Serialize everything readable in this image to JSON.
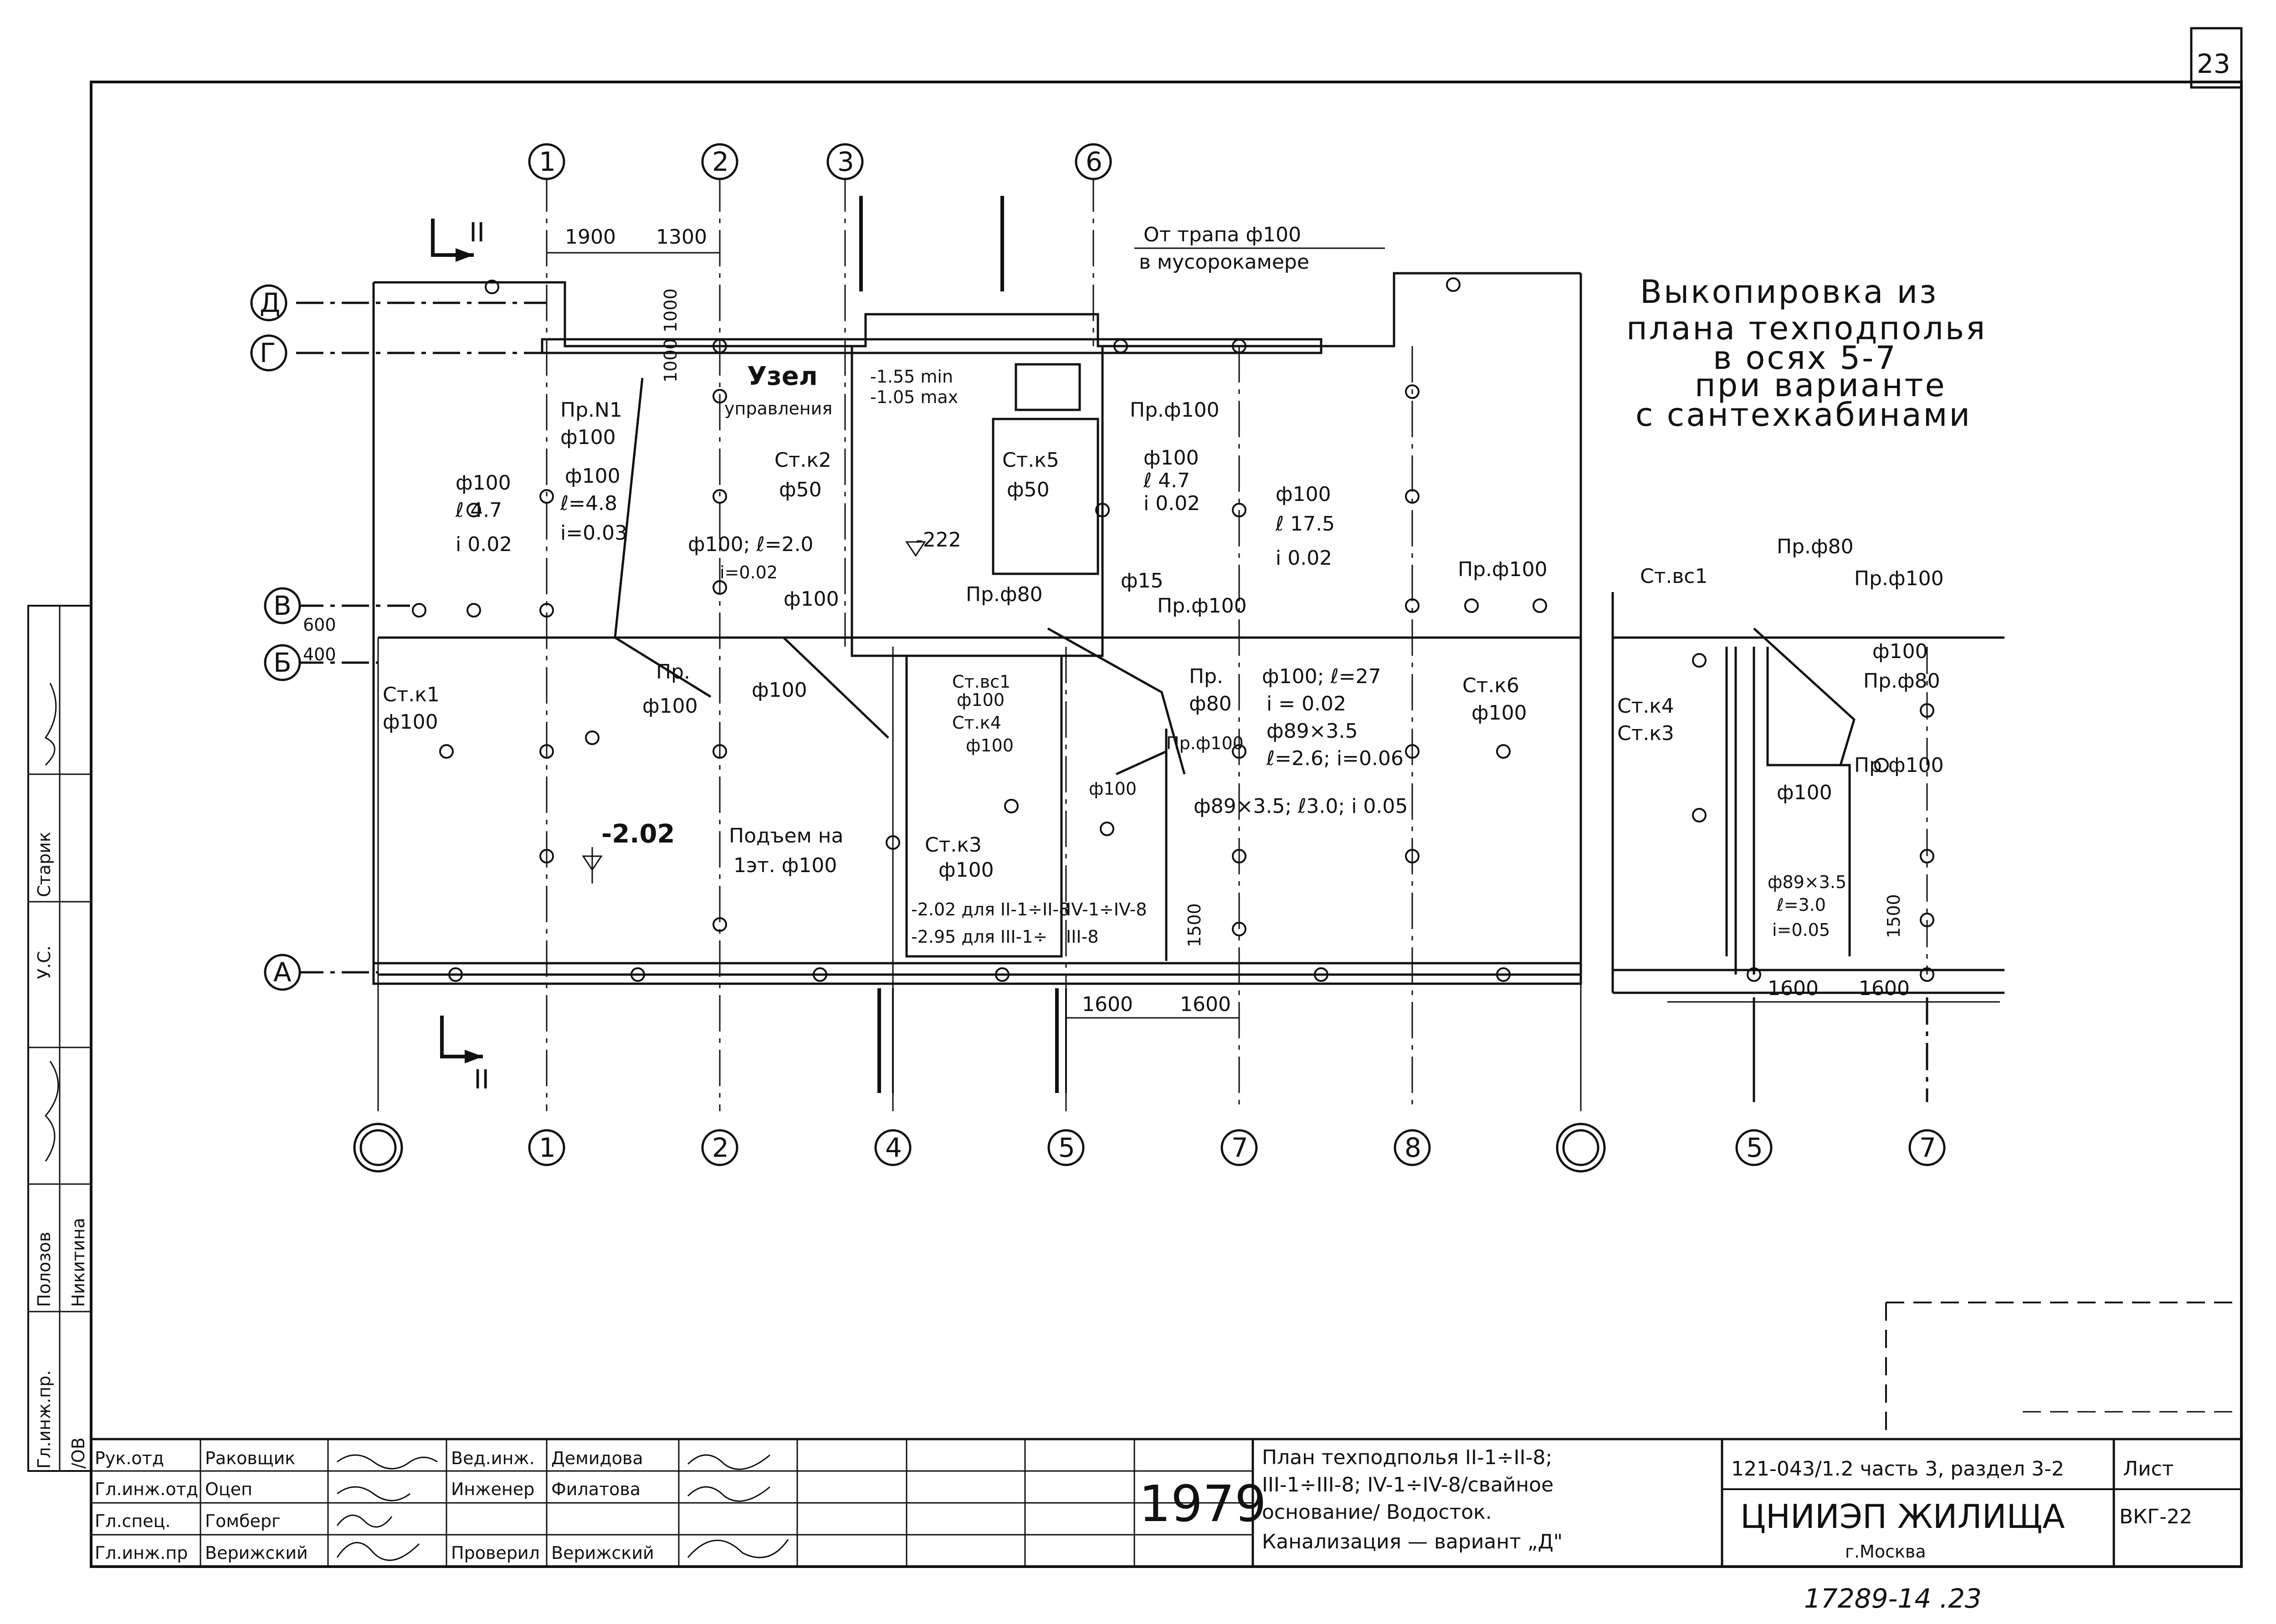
{
  "page_number": "23",
  "title_block": {
    "roles": [
      "Рук.отд",
      "Гл.инж.отд",
      "Гл.спец.",
      "Гл.инж.пр"
    ],
    "names": [
      "Раковщик",
      "Оцеп",
      "Гомберг",
      "Верижский"
    ],
    "roles2": [
      "Вед.инж.",
      "Инженер",
      "",
      "Проверил"
    ],
    "names2": [
      "Демидова",
      "Филатова",
      "",
      "Верижский"
    ],
    "year": "1979",
    "title_lines": [
      "План техподполья II-1÷II-8;",
      "III-1÷III-8; IV-1÷IV-8/свайное",
      "основание/ Водосток.",
      "Канализация — вариант „Д\""
    ],
    "project_code": "121-043/1.2 часть 3, раздел 3-2",
    "organization": "ЦНИИЭП ЖИЛИЩА",
    "city": "г.Москва",
    "sheet_label": "Лист",
    "sheet_number": "ВКГ-22",
    "archive_number": "17289-14 .23"
  },
  "side_stamp": [
    "Гл.инж.пр.",
    "Полозов",
    "Никитина",
    "У.С.",
    "Старик",
    "/ОВ"
  ],
  "note": [
    "Выкопировка из",
    "плана техподполья",
    "в осях 5-7",
    "при варианте",
    "с сантехкабинами"
  ],
  "axes": {
    "top": [
      "1",
      "2",
      "3",
      "6"
    ],
    "bottom": [
      "1",
      "2",
      "4",
      "5",
      "7",
      "8"
    ],
    "bottom_right": [
      "5",
      "7"
    ],
    "rows": [
      "Д",
      "Г",
      "В",
      "Б",
      "А"
    ]
  },
  "dims": [
    "1900",
    "1300",
    "1000",
    "1000",
    "600",
    "400",
    "1500",
    "1600",
    "1600",
    "1500",
    "1600",
    "1600"
  ],
  "section_marks": [
    "II",
    "II"
  ],
  "labels": {
    "trap": "От трапа ф100",
    "trap2": "в мусорокамере",
    "uzel1": "Узел",
    "uzel2": "управления",
    "pr_n1": "Пр.N1",
    "f100": "ф100",
    "f100_l47": "ф100",
    "l47": "ℓ 4.7",
    "i002": "i 0.02",
    "l48": "ℓ=4.8",
    "i003": "i=0.03",
    "stk2": "Ст.к2",
    "f50": "ф50",
    "stk5": "Ст.к5",
    "elev1": "-1.55 min",
    "elev2": "-1.05 max",
    "elev222": "-222",
    "pr_f100_a": "Пр.ф100",
    "f100b": "ф100",
    "l47b": "ℓ 4.7",
    "i002b": "i 0.02",
    "f100c": "ф100",
    "l175": "ℓ 17.5",
    "i002c": "i 0.02",
    "f100_l20": "ф100; ℓ=2.0",
    "i002d": "i=0.02",
    "pr_f80": "Пр.ф80",
    "f15": "ф15",
    "pr_f100_b": "Пр.ф100",
    "pr_f100_c": "Пр.ф100",
    "pr": "Пр.",
    "f100d": "ф100",
    "f100e": "ф100",
    "stk1": "Ст.к1",
    "f100f": "ф100",
    "stvc1": "Ст.вс1",
    "f100g": "ф100",
    "stk4": "Ст.к4",
    "f100h": "ф100",
    "pr2": "Пр.",
    "f80": "ф80",
    "pr_f100_d": "Пр.ф100",
    "f100_l27": "ф100; ℓ=27",
    "i002e": "i = 0.02",
    "f89": "ф89×3.5",
    "l26": "ℓ=2.6; i=0.06",
    "stk6": "Ст.к6",
    "f100i": "ф100",
    "f100j": "ф100",
    "f89b": "ф89×3.5; ℓ3.0; i 0.05",
    "elev202": "-2.02",
    "podem1": "Подъем на",
    "podem2": "1эт. ф100",
    "stk3": "Ст.к3",
    "f100k": "ф100",
    "elev_a": "-2.02 для II-1÷II-8",
    "elev_b": "-2.95 для III-1÷",
    "elev_c": "IV-1÷IV-8",
    "elev_d": "III-8",
    "r_stvc1": "Ст.вс1",
    "r_prf80": "Пр.ф80",
    "r_prf100": "Пр.ф100",
    "r_f100": "ф100",
    "r_prf80b": "Пр.ф80",
    "r_stk4": "Ст.к4",
    "r_stk3": "Ст.к3",
    "r_prf100b": "Пр.ф100",
    "r_f100b": "ф100",
    "r_f89": "ф89×3.5",
    "r_l30": "ℓ=3.0",
    "r_i005": "i=0.05"
  }
}
